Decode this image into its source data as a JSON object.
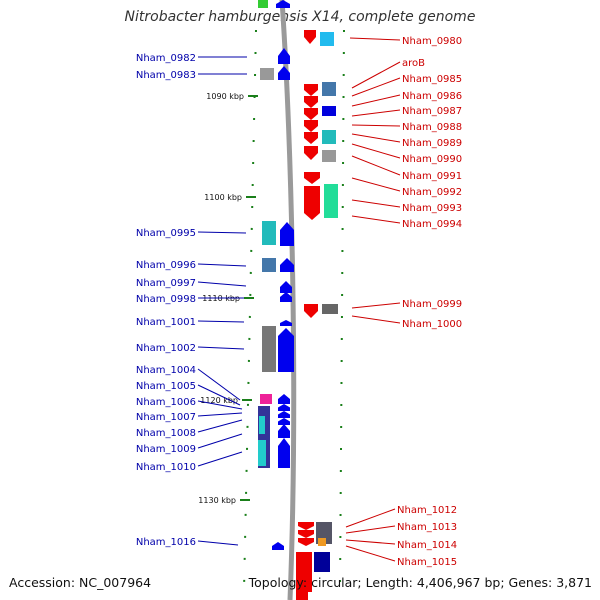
{
  "title": "Nitrobacter hamburgensis X14, complete genome",
  "footer": {
    "accession": "Accession: NC_007964",
    "topology": "Topology: circular; Length: 4,406,967 bp; Genes: 3,871"
  },
  "ticks": [
    {
      "label": "1090 kbp",
      "kbp": 1090
    },
    {
      "label": "1100 kbp",
      "kbp": 1100
    },
    {
      "label": "1110 kbp",
      "kbp": 1110
    },
    {
      "label": "1120 kbp",
      "kbp": 1120
    },
    {
      "label": "1130 kbp",
      "kbp": 1130
    }
  ],
  "colors": {
    "forward_strand": "#0000ee",
    "reverse_strand": "#ee0000",
    "backbone": "#999999",
    "ticks": "#1a7f1a"
  },
  "forward_labels": [
    "Nham_0982",
    "Nham_0983",
    "Nham_0995",
    "Nham_0996",
    "Nham_0997",
    "Nham_0998",
    "Nham_1001",
    "Nham_1002",
    "Nham_1004",
    "Nham_1005",
    "Nham_1006",
    "Nham_1007",
    "Nham_1008",
    "Nham_1009",
    "Nham_1010",
    "Nham_1016"
  ],
  "reverse_labels": [
    "Nham_0980",
    "aroB",
    "Nham_0985",
    "Nham_0986",
    "Nham_0987",
    "Nham_0988",
    "Nham_0989",
    "Nham_0990",
    "Nham_0991",
    "Nham_0992",
    "Nham_0993",
    "Nham_0994",
    "Nham_0999",
    "Nham_1000",
    "Nham_1012",
    "Nham_1013",
    "Nham_1014",
    "Nham_1015"
  ]
}
